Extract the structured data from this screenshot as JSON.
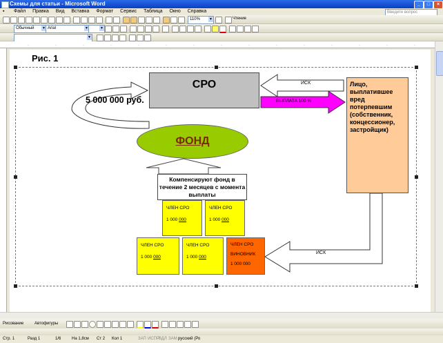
{
  "window": {
    "title": "Схемы для статьи - Microsoft Word",
    "minimize": "_",
    "maximize": "□",
    "close": "×"
  },
  "menu": {
    "items": [
      "Файл",
      "Правка",
      "Вид",
      "Вставка",
      "Формат",
      "Сервис",
      "Таблица",
      "Окно",
      "Справка"
    ],
    "help_placeholder": "Введите вопрос"
  },
  "toolbar": {
    "zoom": "110%",
    "reading_label": "Чтение",
    "style": "Обычный",
    "font": "Arial"
  },
  "document": {
    "figure_label": "Рис. 1",
    "sro": "СРО",
    "fond": "ФОНД",
    "amount": "5 000 000 руб.",
    "claim_label_top": "ИСК",
    "claim_label_bottom": "ИСК",
    "payment_label": "ВЫПЛАТА    100 %",
    "person": "Лицо, выплатившее вред потерпевшим (собственник, концессионер, застройщик)",
    "compensation_note": "Компенсируют фонд в течение 2 месяцев с момента выплаты",
    "members": [
      {
        "title": "ЧЛЕН СРО",
        "value_prefix": "1 000 ",
        "value_underlined": "000"
      },
      {
        "title": "ЧЛЕН СРО",
        "value_prefix": "1 000 ",
        "value_underlined": "000"
      },
      {
        "title": "ЧЛЕН СРО",
        "value_prefix": "1 000 ",
        "value_underlined": "000"
      },
      {
        "title": "ЧЛЕН СРО",
        "value_prefix": "1 000 ",
        "value_underlined": "000"
      }
    ],
    "guilty_member": {
      "title": "ЧЛЕН СРО",
      "subtitle": "ВИНОВНИК",
      "value": "1 000 000"
    }
  },
  "drawing_toolbar": {
    "draw_menu": "Рисование",
    "autoshapes": "Автофигуры"
  },
  "status": {
    "page": "Стр. 1",
    "section": "Разд 1",
    "pages": "1/6",
    "at": "На 1,8см",
    "line": "Ст 2",
    "column": "Кол 1",
    "rec": "ЗАП",
    "trk": "ИСПР",
    "ext": "ВДЛ",
    "ovr": "ЗАМ",
    "language": "русский (Ро"
  }
}
